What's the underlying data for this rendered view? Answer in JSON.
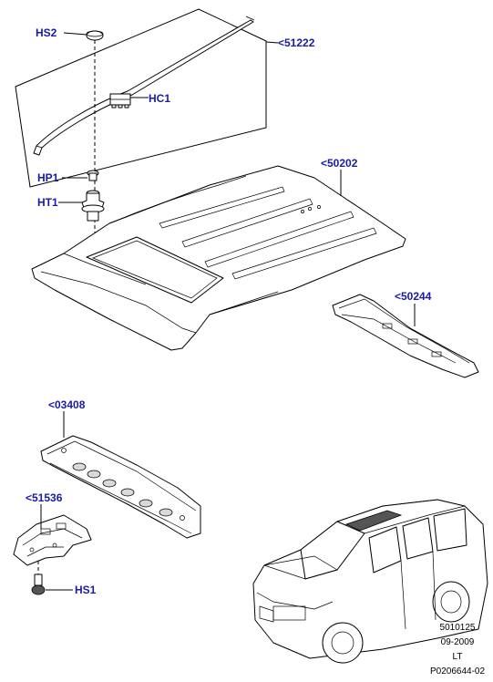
{
  "callouts": {
    "hs2": "HS2",
    "p51222": "<51222",
    "hc1": "HC1",
    "hp1": "HP1",
    "ht1": "HT1",
    "p50202": "<50202",
    "p50244": "<50244",
    "p03408": "<03408",
    "p51536": "<51536",
    "hs1": "HS1"
  },
  "reference": {
    "number": "5010125",
    "date": "09-2009",
    "code": "LT",
    "illustration": "P0206644-02"
  },
  "colors": {
    "callout": "#1a1aa6",
    "line": "#000000"
  }
}
